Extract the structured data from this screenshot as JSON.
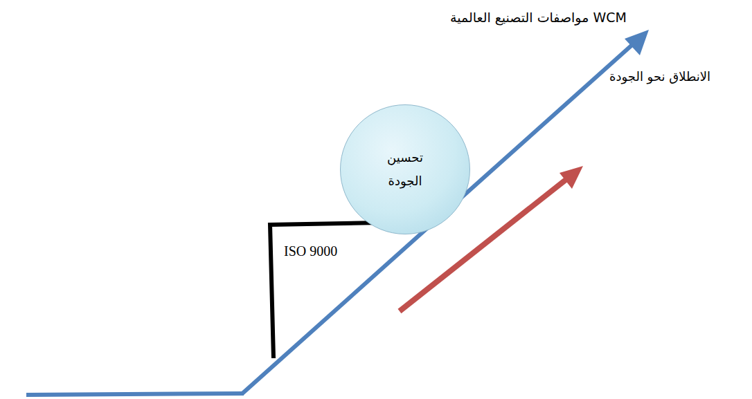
{
  "diagram": {
    "nodes": [
      {
        "text": [
          "تحسين الجودة"
        ]
      }
    ],
    "labels": [
      "مواصفات التصنيع العالمية WCM",
      "ISO 9000",
      "الانطلاق نحو الجودة"
    ]
  }
}
